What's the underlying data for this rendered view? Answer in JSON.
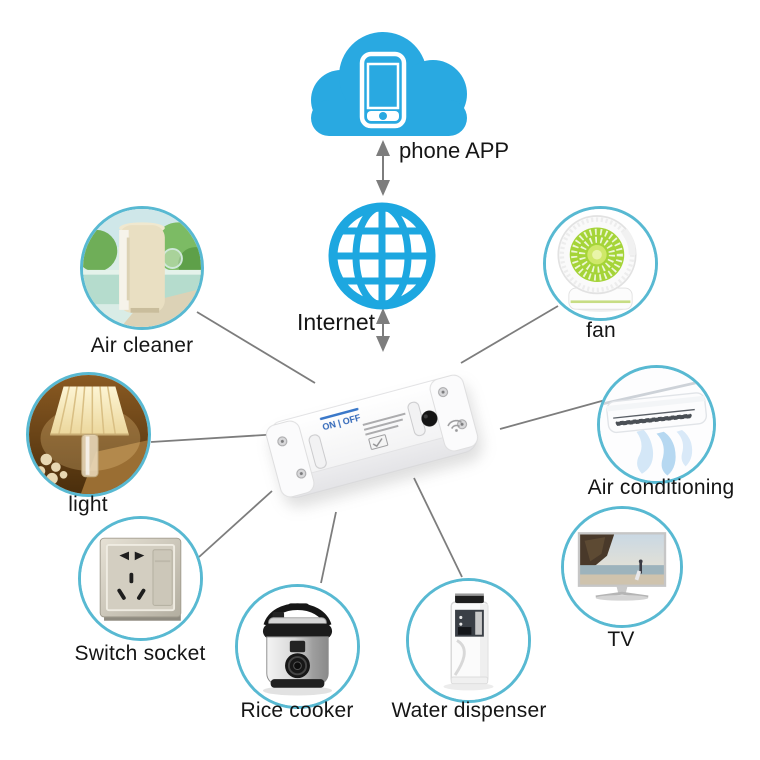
{
  "title": "WiFi smart switch connection diagram",
  "cloud": {
    "label": "phone APP",
    "icon": "cloud-with-phone"
  },
  "internet": {
    "label": "Internet",
    "icon": "globe"
  },
  "hub": {
    "name": "wifi-smart-switch",
    "on_off_label": "ON | OFF"
  },
  "devices": [
    {
      "label": "Air cleaner",
      "icon": "air-cleaner"
    },
    {
      "label": "fan",
      "icon": "fan"
    },
    {
      "label": "light",
      "icon": "lamp"
    },
    {
      "label": "Air conditioning",
      "icon": "air-conditioner"
    },
    {
      "label": "Switch socket",
      "icon": "wall-socket"
    },
    {
      "label": "Rice cooker",
      "icon": "rice-cooker"
    },
    {
      "label": "Water dispenser",
      "icon": "water-dispenser"
    },
    {
      "label": "TV",
      "icon": "television"
    }
  ],
  "colors": {
    "accent_blue": "#29a9e1",
    "circle_border": "#58b9d2",
    "connector_gray": "#7d7d7d",
    "label_color": "#151515",
    "hub_text_blue": "#2f66b8"
  }
}
